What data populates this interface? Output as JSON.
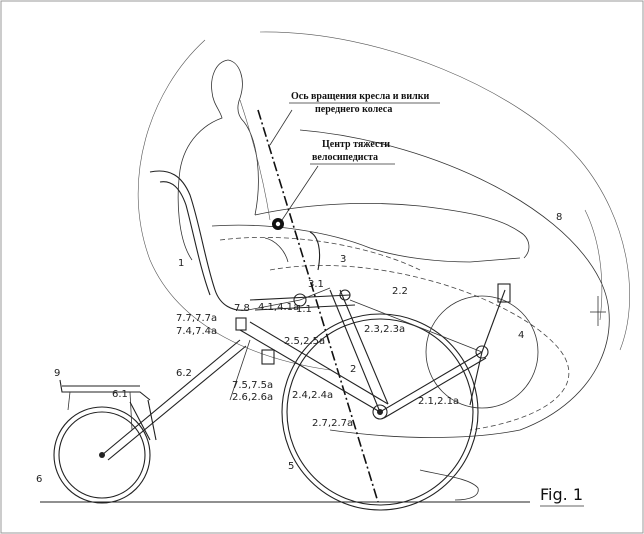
{
  "captions": {
    "rotation_axis_line1": "Ось вращения кресла и вилки",
    "rotation_axis_line2": "переднего колеса",
    "center_of_gravity_line1": "Центр тяжести",
    "center_of_gravity_line2": "велосипедиста"
  },
  "figure_label": "Fig. 1",
  "labels": {
    "seat": "1",
    "seat_bracket": "1.1",
    "frame_2": "2",
    "frame_2_1": "2.1,2.1a",
    "frame_2_2": "2.2",
    "frame_2_3": "2.3,2.3a",
    "frame_2_4": "2.4,2.4a",
    "frame_2_5": "2.5,2.5a",
    "frame_2_6": "2.6,2.6a",
    "frame_2_7": "2.7,2.7a",
    "frame_3": "3",
    "frame_3_1": "3.1",
    "chainring_4": "4",
    "front_fork_5": "5",
    "small_wheel_6": "6",
    "boom_6_1": "6.1",
    "boom_6_2": "6.2",
    "link_7_5": "7.5,7.5a",
    "link_7_4": "7.4,7.4a",
    "link_7_7": "7.7,7.7a",
    "link_7_8": "7.8",
    "link_4_1": "4.1,4.1a",
    "rack_9": "9",
    "arc_mark_8": "8"
  }
}
